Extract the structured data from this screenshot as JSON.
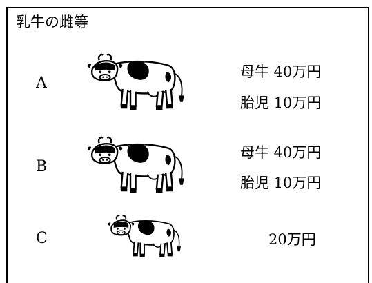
{
  "title": "乳牛の雌等",
  "rows": [
    {
      "letter": "A",
      "icon": "cow-icon",
      "lines": [
        "母牛 40万円",
        "胎児 10万円"
      ]
    },
    {
      "letter": "B",
      "icon": "cow-icon",
      "lines": [
        "母牛 40万円",
        "胎児 10万円"
      ]
    },
    {
      "letter": "C",
      "icon": "calf-icon",
      "lines": [
        "20万円"
      ]
    }
  ],
  "colors": {
    "ink": "#000000",
    "background": "#ffffff"
  }
}
